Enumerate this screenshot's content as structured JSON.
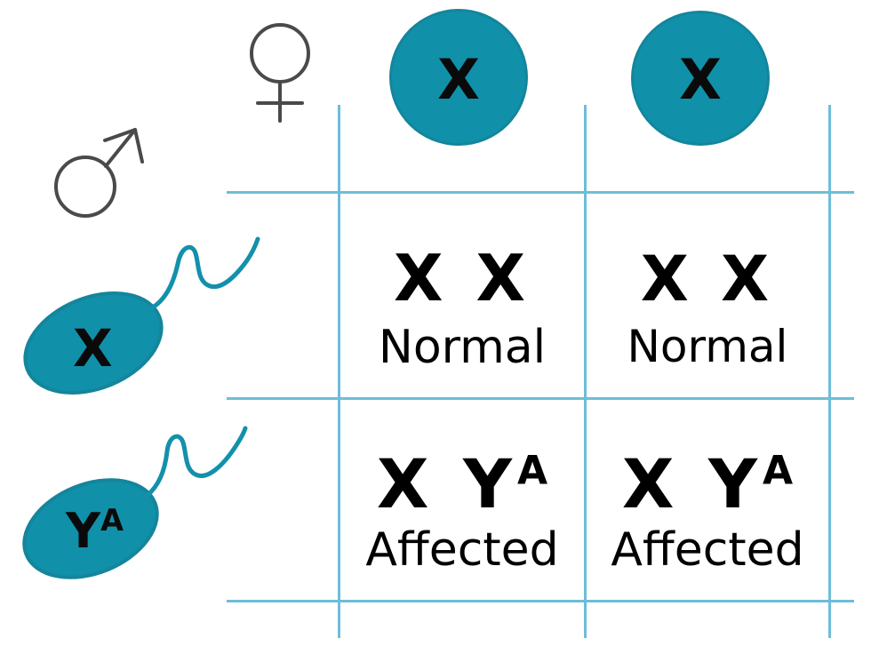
{
  "diagram": {
    "type": "punnett-square",
    "background_color": "#fefffe",
    "grid_color": "#6EBDD8",
    "cell_color": "#1190AA",
    "ink_color": "#000000",
    "symbol_color": "#4a4a4a"
  },
  "parents": {
    "female": {
      "symbol_name": "female-symbol",
      "glyph": "♀",
      "gametes": [
        {
          "label": "X",
          "shape": "circle"
        },
        {
          "label": "X",
          "shape": "circle"
        }
      ]
    },
    "male": {
      "symbol_name": "male-symbol",
      "glyph": "♂",
      "gametes": [
        {
          "label": "X",
          "superscript": "",
          "shape": "sperm"
        },
        {
          "label": "Y",
          "superscript": "A",
          "shape": "sperm"
        }
      ]
    }
  },
  "punnett": {
    "rows": [
      {
        "gamete": "X",
        "cells": [
          {
            "genotype": "X X",
            "genotype_base": "X X",
            "genotype_sup": "",
            "phenotype": "Normal"
          },
          {
            "genotype": "X X",
            "genotype_base": "X X",
            "genotype_sup": "",
            "phenotype": "Normal"
          }
        ]
      },
      {
        "gamete": "YA",
        "cells": [
          {
            "genotype": "X Y A",
            "genotype_base": "X Y",
            "genotype_sup": "A",
            "phenotype": "Affected"
          },
          {
            "genotype": "X Y A",
            "genotype_base": "X Y",
            "genotype_sup": "A",
            "phenotype": "Affected"
          }
        ]
      }
    ]
  }
}
